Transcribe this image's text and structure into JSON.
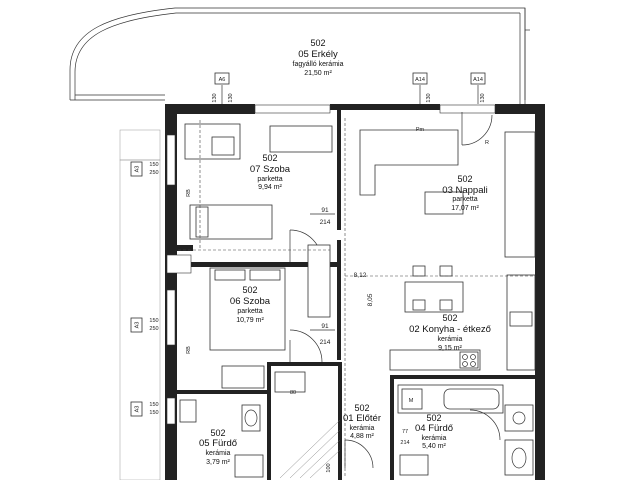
{
  "rooms": [
    {
      "id": "balcony",
      "num": "502",
      "name": "05 Erkély",
      "floor": "fagyálló kerámia",
      "area": "21,50 m²"
    },
    {
      "id": "room07",
      "num": "502",
      "name": "07 Szoba",
      "floor": "parketta",
      "area": "9,94 m²"
    },
    {
      "id": "living",
      "num": "502",
      "name": "03 Nappali",
      "floor": "parketta",
      "area": "17,07 m²"
    },
    {
      "id": "room06",
      "num": "502",
      "name": "06 Szoba",
      "floor": "parketta",
      "area": "10,79 m²"
    },
    {
      "id": "kitchen",
      "num": "502",
      "name": "02 Konyha - étkező",
      "floor": "kerámia",
      "area": "9,15 m²"
    },
    {
      "id": "hall",
      "num": "502",
      "name": "01 Előtér",
      "floor": "kerámia",
      "area": "4,88 m²"
    },
    {
      "id": "bath04",
      "num": "502",
      "name": "04 Fürdő",
      "floor": "kerámia",
      "area": "5,40 m²"
    },
    {
      "id": "bath05",
      "num": "502",
      "name": "05 Fürdő",
      "floor": "kerámia",
      "area": "3,79 m²"
    }
  ],
  "axis_tags": {
    "a6": "A6",
    "a14a": "A14",
    "a14b": "A14",
    "a3a": "A3",
    "a3b": "A3",
    "a3c": "A3"
  },
  "dims": {
    "door1_w": "91",
    "door1_h": "214",
    "door2_w": "91",
    "door2_h": "214",
    "span_h": "8,12",
    "span_v": "8,05",
    "d150a": "150",
    "d250a": "250",
    "d150b": "150",
    "d250b": "250",
    "d150c": "150",
    "d150d": "150",
    "d80": "80",
    "d77": "77",
    "d214b": "214",
    "d130a": "130",
    "d130b": "130",
    "d130c": "130",
    "d130d": "130",
    "d100": "100"
  },
  "marks": {
    "rb1": "RB",
    "rb2": "RB",
    "r": "R",
    "m": "M",
    "pm": "Pm"
  }
}
